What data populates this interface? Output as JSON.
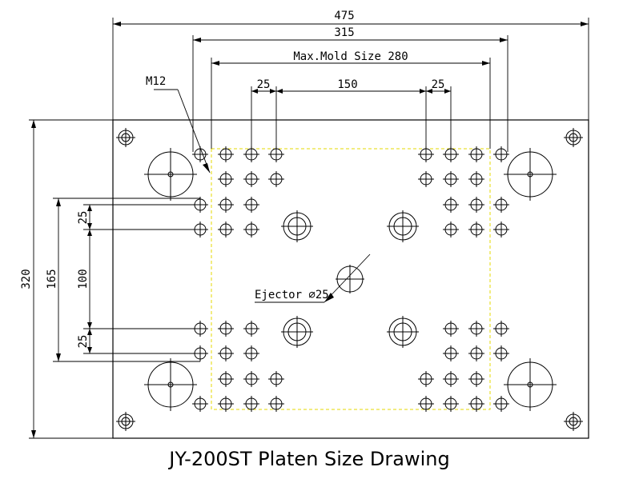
{
  "caption": "JY-200ST Platen Size Drawing",
  "dimensions": {
    "overall_width": "475",
    "tie_bar_span": "315",
    "max_mold_size": "Max.Mold Size 280",
    "hole_pitch_left": "25",
    "center_span": "150",
    "hole_pitch_right": "25",
    "overall_height": "320",
    "vertical_span": "165",
    "vertical_center": "100",
    "vertical_pitch_upper": "25",
    "vertical_pitch_lower": "25"
  },
  "labels": {
    "thread": "M12",
    "ejector": "Ejector ∅25"
  },
  "colors": {
    "line": "#000000",
    "mold_area": "#e6d800"
  }
}
